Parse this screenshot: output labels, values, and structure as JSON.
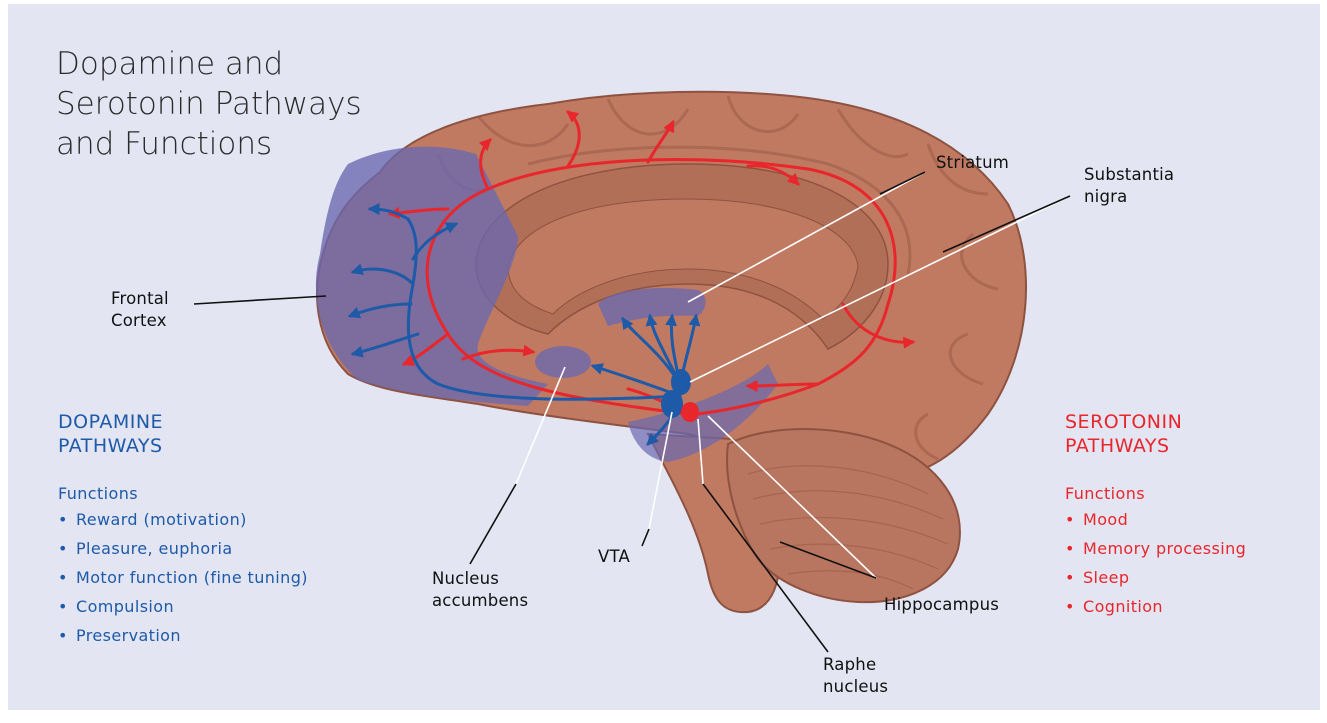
{
  "title": "Dopamine and\nSerotonin Pathways\nand Functions",
  "labels": {
    "frontal_cortex": "Frontal\nCortex",
    "striatum": "Striatum",
    "substantia_nigra": "Substantia\nnigra",
    "nucleus_accumbens": "Nucleus\naccumbens",
    "vta": "VTA",
    "raphe_nucleus": "Raphe\nnucleus",
    "hippocampus": "Hippocampus"
  },
  "dopamine": {
    "heading": "DOPAMINE\nPATHWAYS",
    "functions_label": "Functions",
    "functions": [
      "Reward (motivation)",
      "Pleasure, euphoria",
      "Motor function (fine tuning)",
      "Compulsion",
      "Preservation"
    ],
    "color": "#1d5aa8"
  },
  "serotonin": {
    "heading": "SEROTONIN\nPATHWAYS",
    "functions_label": "Functions",
    "functions": [
      "Mood",
      "Memory processing",
      "Sleep",
      "Cognition"
    ],
    "color": "#e8262b"
  },
  "bullet": "•",
  "colors": {
    "background": "#e3e5f2",
    "brain": "#c07a62",
    "dopamine_region": "#6a68b0",
    "pointer_line": "#ffffff"
  }
}
